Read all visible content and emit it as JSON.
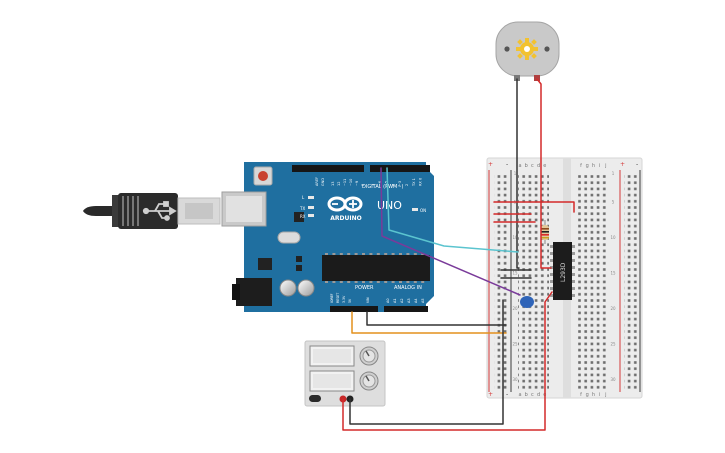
{
  "arduino": {
    "logo_text": "ARDUINO",
    "model": "UNO",
    "label_digital": "DIGITAL (PWM~)",
    "label_analog": "ANALOG IN",
    "label_power": "POWER",
    "label_on": "ON",
    "label_tx": "TX",
    "label_rx": "RX",
    "label_l": "L",
    "label_aref": "AREF",
    "label_gnd": "GND",
    "label_ioref": "IOREF",
    "label_reset": "RESET",
    "label_3v3": "3.3V",
    "label_5v": "5V",
    "label_vin": "VIN",
    "digital_pins": [
      "13",
      "12",
      "~11",
      "~10",
      "~9",
      "8",
      "7",
      "~6",
      "~5",
      "4",
      "~3",
      "2",
      "TX 1",
      "RX 0"
    ],
    "analog_pins": [
      "A0",
      "A1",
      "A2",
      "A3",
      "A4",
      "A5"
    ]
  },
  "ic": {
    "label": "L293D"
  },
  "breadboard": {
    "cols_left": [
      "a",
      "b",
      "c",
      "d",
      "e"
    ],
    "cols_right": [
      "f",
      "g",
      "h",
      "i",
      "j"
    ],
    "plus": "+",
    "minus": "-",
    "row_numbers": [
      "1",
      "5",
      "10",
      "15",
      "20",
      "25",
      "30"
    ]
  },
  "power_supply": {
    "label": ""
  },
  "colors": {
    "arduino_blue": "#1f6fa0",
    "wire_red": "#d42a2a",
    "wire_black": "#333333",
    "wire_cyan": "#5bc4cf",
    "wire_purple": "#7a3b9a",
    "wire_orange": "#e3901d",
    "breadboard": "#eeeeee",
    "motor_gold": "#f2c230"
  }
}
